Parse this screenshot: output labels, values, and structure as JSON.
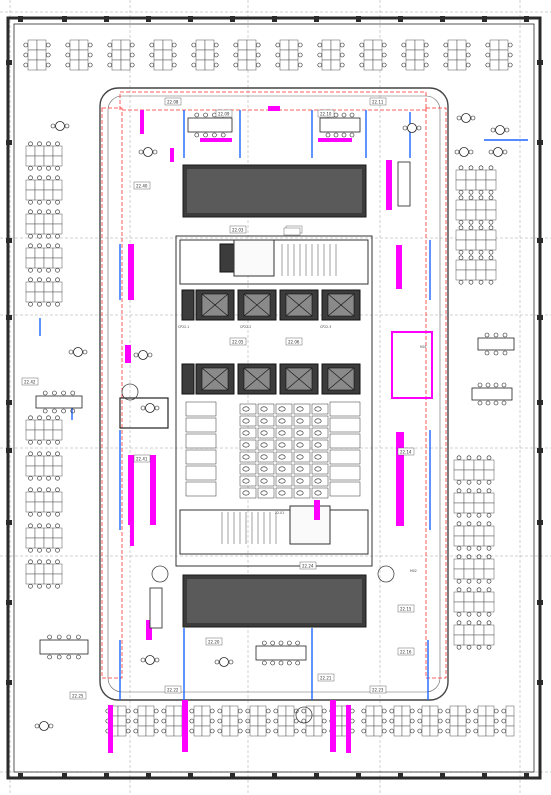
{
  "colors": {
    "wall": "#2a2a2a",
    "line": "#555555",
    "accent": "#ff00ff",
    "glass": "#1e66ff",
    "core": "#3c3c3c",
    "dash": "#ff3030",
    "grid": "#8a8a8a"
  },
  "labels": {
    "core_room_a": "22.03",
    "core_room_b": "22.04",
    "core_room_c": "22.05",
    "core_room_d": "22.06",
    "north_room_a": "22.08",
    "north_room_b": "22.09",
    "north_room_c": "22.10",
    "north_room_d": "22.11",
    "east_room_a": "22.14",
    "east_room_b": "22.15",
    "east_room_c": "22.16",
    "south_room_a": "22.20",
    "south_room_b": "22.21",
    "south_room_c": "22.22",
    "south_room_d": "22.23",
    "south_room_e": "22.24",
    "south_room_f": "22.25",
    "west_room_a": "22.40",
    "west_room_b": "22.41",
    "west_room_c": "22.42",
    "lift_lobby_a": "CP22.1",
    "lift_lobby_b": "CP22.2",
    "lift_lobby_c": "CP22.3",
    "stair_code": "22.01",
    "door_code": "M01",
    "door_code_b": "M02"
  }
}
